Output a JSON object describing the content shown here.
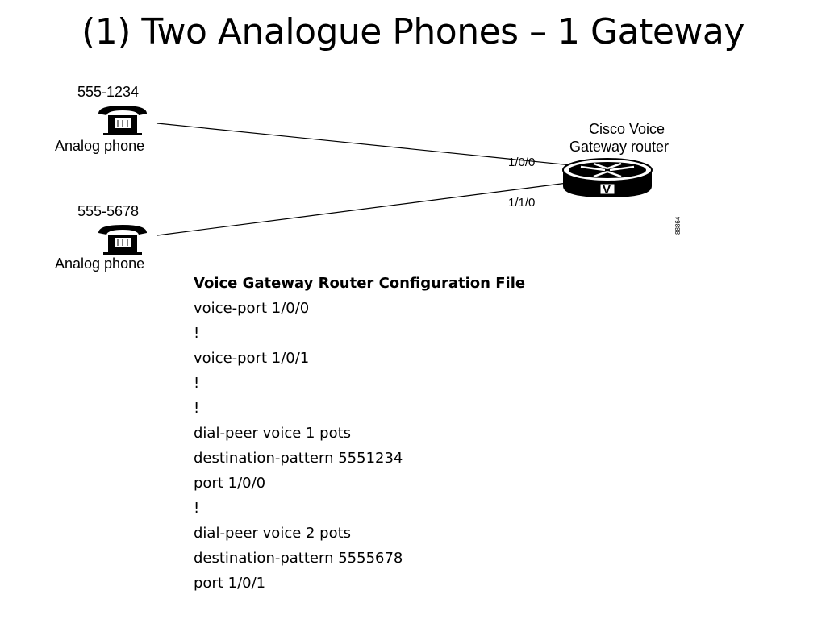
{
  "title": "(1) Two Analogue Phones – 1 Gateway",
  "diagram": {
    "phone1": {
      "number": "555-1234",
      "label": "Analog phone"
    },
    "phone2": {
      "number": "555-5678",
      "label": "Analog phone"
    },
    "router": {
      "label_line1": "Cisco Voice",
      "label_line2": "Gateway router",
      "badge": "V"
    },
    "ports": {
      "top": "1/0/0",
      "bottom": "1/1/0"
    },
    "figure_id": "88864"
  },
  "config": {
    "heading": "Voice Gateway Router Configuration File",
    "lines": [
      "voice-port 1/0/0",
      "!",
      "voice-port 1/0/1",
      "!",
      "!",
      "dial-peer voice 1 pots",
      "destination-pattern 5551234",
      "port 1/0/0",
      "!",
      "dial-peer voice 2 pots",
      "destination-pattern 5555678",
      "port 1/0/1"
    ]
  }
}
